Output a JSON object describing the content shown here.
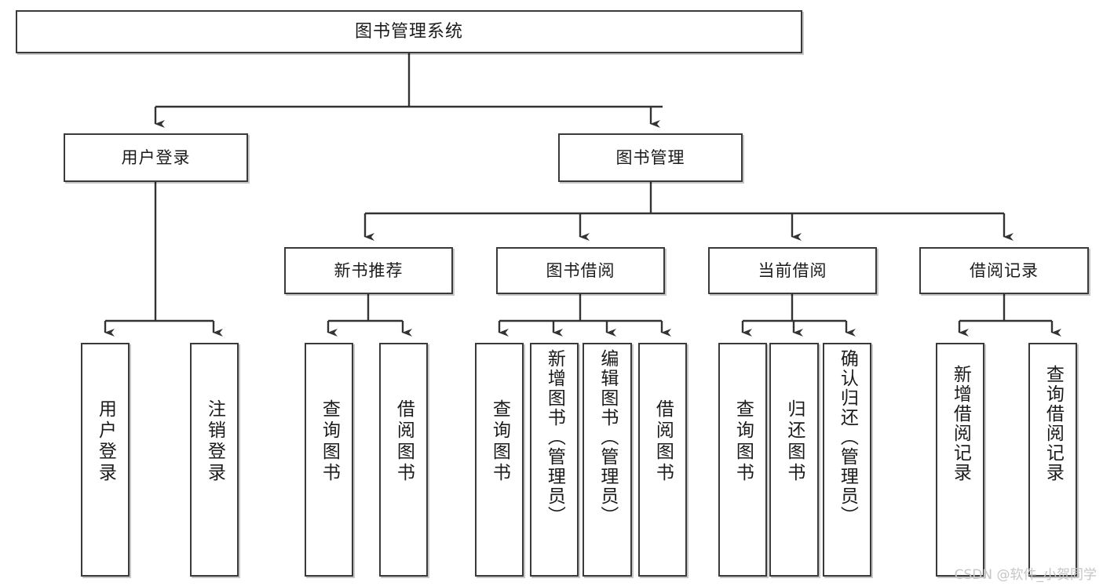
{
  "diagram": {
    "title": "图书管理系统",
    "type": "tree-hierarchy-diagram",
    "colors": {
      "box_border": "#3a3a3a",
      "box_fill": "#ffffff",
      "edge": "#333333",
      "text": "#1b1b1b",
      "watermark": "#c6c6c6"
    },
    "nodes": {
      "root": {
        "label": "图书管理系统"
      },
      "level2": [
        {
          "id": "user-login",
          "label": "用户登录"
        },
        {
          "id": "book-management",
          "label": "图书管理"
        }
      ],
      "level3": [
        {
          "id": "new-book-recommend",
          "label": "新书推荐"
        },
        {
          "id": "book-borrow",
          "label": "图书借阅"
        },
        {
          "id": "current-borrow",
          "label": "当前借阅"
        },
        {
          "id": "borrow-record",
          "label": "借阅记录"
        }
      ],
      "leaves": [
        {
          "id": "leaf-user-login",
          "label": "用户登录",
          "parent": "user-login"
        },
        {
          "id": "leaf-logout-login",
          "label": "注销登录",
          "parent": "user-login"
        },
        {
          "id": "leaf-query-book-1",
          "label": "查询图书",
          "parent": "new-book-recommend"
        },
        {
          "id": "leaf-borrow-book-1",
          "label": "借阅图书",
          "parent": "new-book-recommend"
        },
        {
          "id": "leaf-query-book-2",
          "label": "查询图书",
          "parent": "book-borrow"
        },
        {
          "id": "leaf-add-book",
          "label": "新增图书（管理员）",
          "parent": "book-borrow"
        },
        {
          "id": "leaf-edit-book",
          "label": "编辑图书（管理员）",
          "parent": "book-borrow"
        },
        {
          "id": "leaf-borrow-book-2",
          "label": "借阅图书",
          "parent": "book-borrow"
        },
        {
          "id": "leaf-query-book-3",
          "label": "查询图书",
          "parent": "current-borrow"
        },
        {
          "id": "leaf-return-book",
          "label": "归还图书",
          "parent": "current-borrow"
        },
        {
          "id": "leaf-confirm-return",
          "label": "确认归还（管理员）",
          "parent": "current-borrow"
        },
        {
          "id": "leaf-add-record",
          "label": "新增借阅记录",
          "parent": "borrow-record"
        },
        {
          "id": "leaf-query-record",
          "label": "查询借阅记录",
          "parent": "borrow-record"
        }
      ]
    },
    "watermark": "CSDN @软件_小贺同学"
  }
}
